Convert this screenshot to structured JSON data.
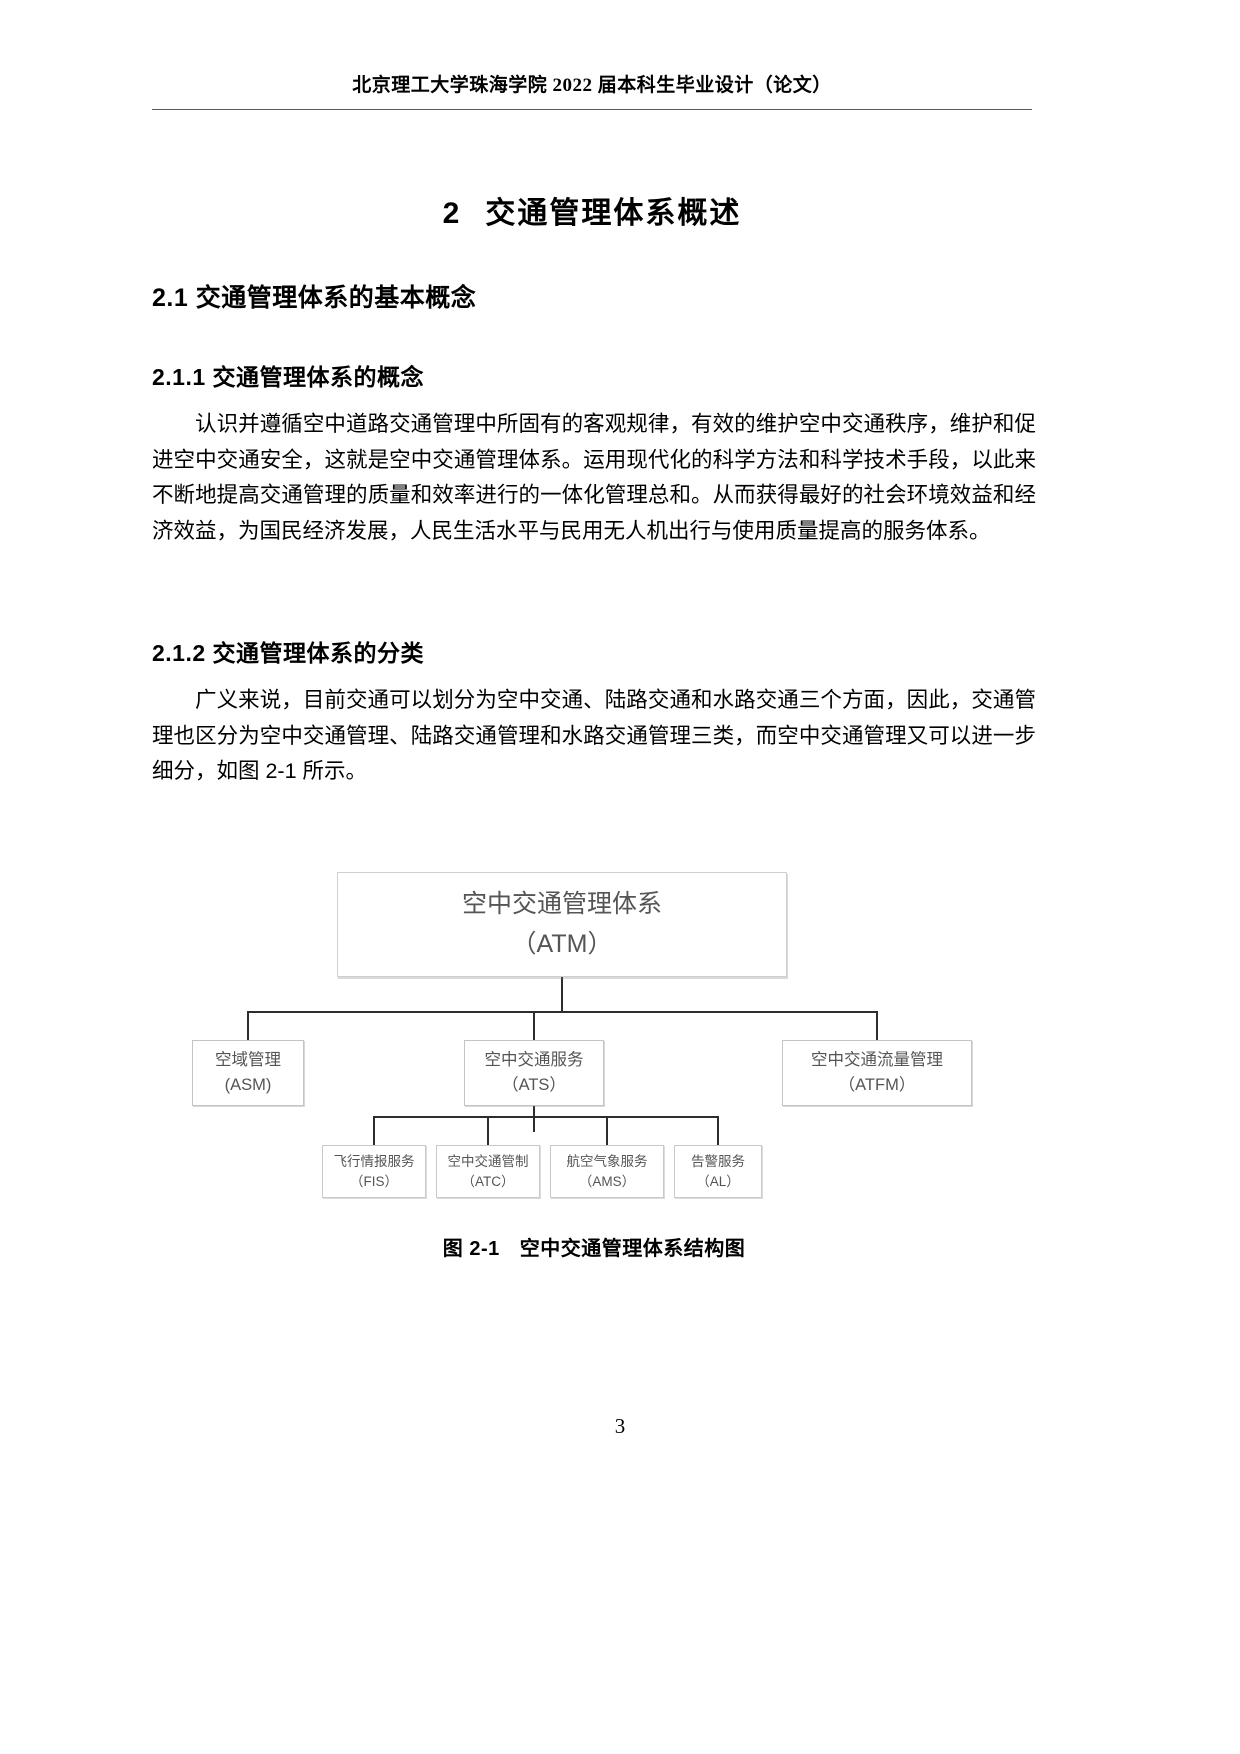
{
  "header": {
    "running_title": "北京理工大学珠海学院 2022 届本科生毕业设计（论文）"
  },
  "chapter": {
    "number": "2",
    "title": "交通管理体系概述"
  },
  "sections": {
    "s21": {
      "heading": "2.1 交通管理体系的基本概念"
    },
    "s211": {
      "heading": "2.1.1 交通管理体系的概念",
      "body": "认识并遵循空中道路交通管理中所固有的客观规律，有效的维护空中交通秩序，维护和促进空中交通安全，这就是空中交通管理体系。运用现代化的科学方法和科学技术手段，以此来不断地提高交通管理的质量和效率进行的一体化管理总和。从而获得最好的社会环境效益和经济效益，为国民经济发展，人民生活水平与民用无人机出行与使用质量提高的服务体系。"
    },
    "s212": {
      "heading": "2.1.2 交通管理体系的分类",
      "body": "广义来说，目前交通可以划分为空中交通、陆路交通和水路交通三个方面，因此，交通管理也区分为空中交通管理、陆路交通管理和水路交通管理三类，而空中交通管理又可以进一步细分，如图 2-1 所示。"
    }
  },
  "figure": {
    "caption_label": "图 2-1",
    "caption_text": "空中交通管理体系结构图",
    "diagram": {
      "root": {
        "cn": "空中交通管理体系",
        "en": "（ATM）"
      },
      "level2": [
        {
          "cn": "空域管理",
          "en": "(ASM)"
        },
        {
          "cn": "空中交通服务",
          "en": "（ATS）"
        },
        {
          "cn": "空中交通流量管理",
          "en": "（ATFM）"
        }
      ],
      "level3": [
        {
          "cn": "飞行情报服务",
          "en": "（FIS）"
        },
        {
          "cn": "空中交通管制",
          "en": "（ATC）"
        },
        {
          "cn": "航空气象服务",
          "en": "（AMS）"
        },
        {
          "cn": "告警服务",
          "en": "（AL）"
        }
      ]
    }
  },
  "footer": {
    "page_number": "3"
  },
  "colors": {
    "text": "#000000",
    "diagram_text": "#555555",
    "diagram_border": "#c8c8c8",
    "connector": "#2d2d2d",
    "header_rule": "#5a5a5a"
  }
}
